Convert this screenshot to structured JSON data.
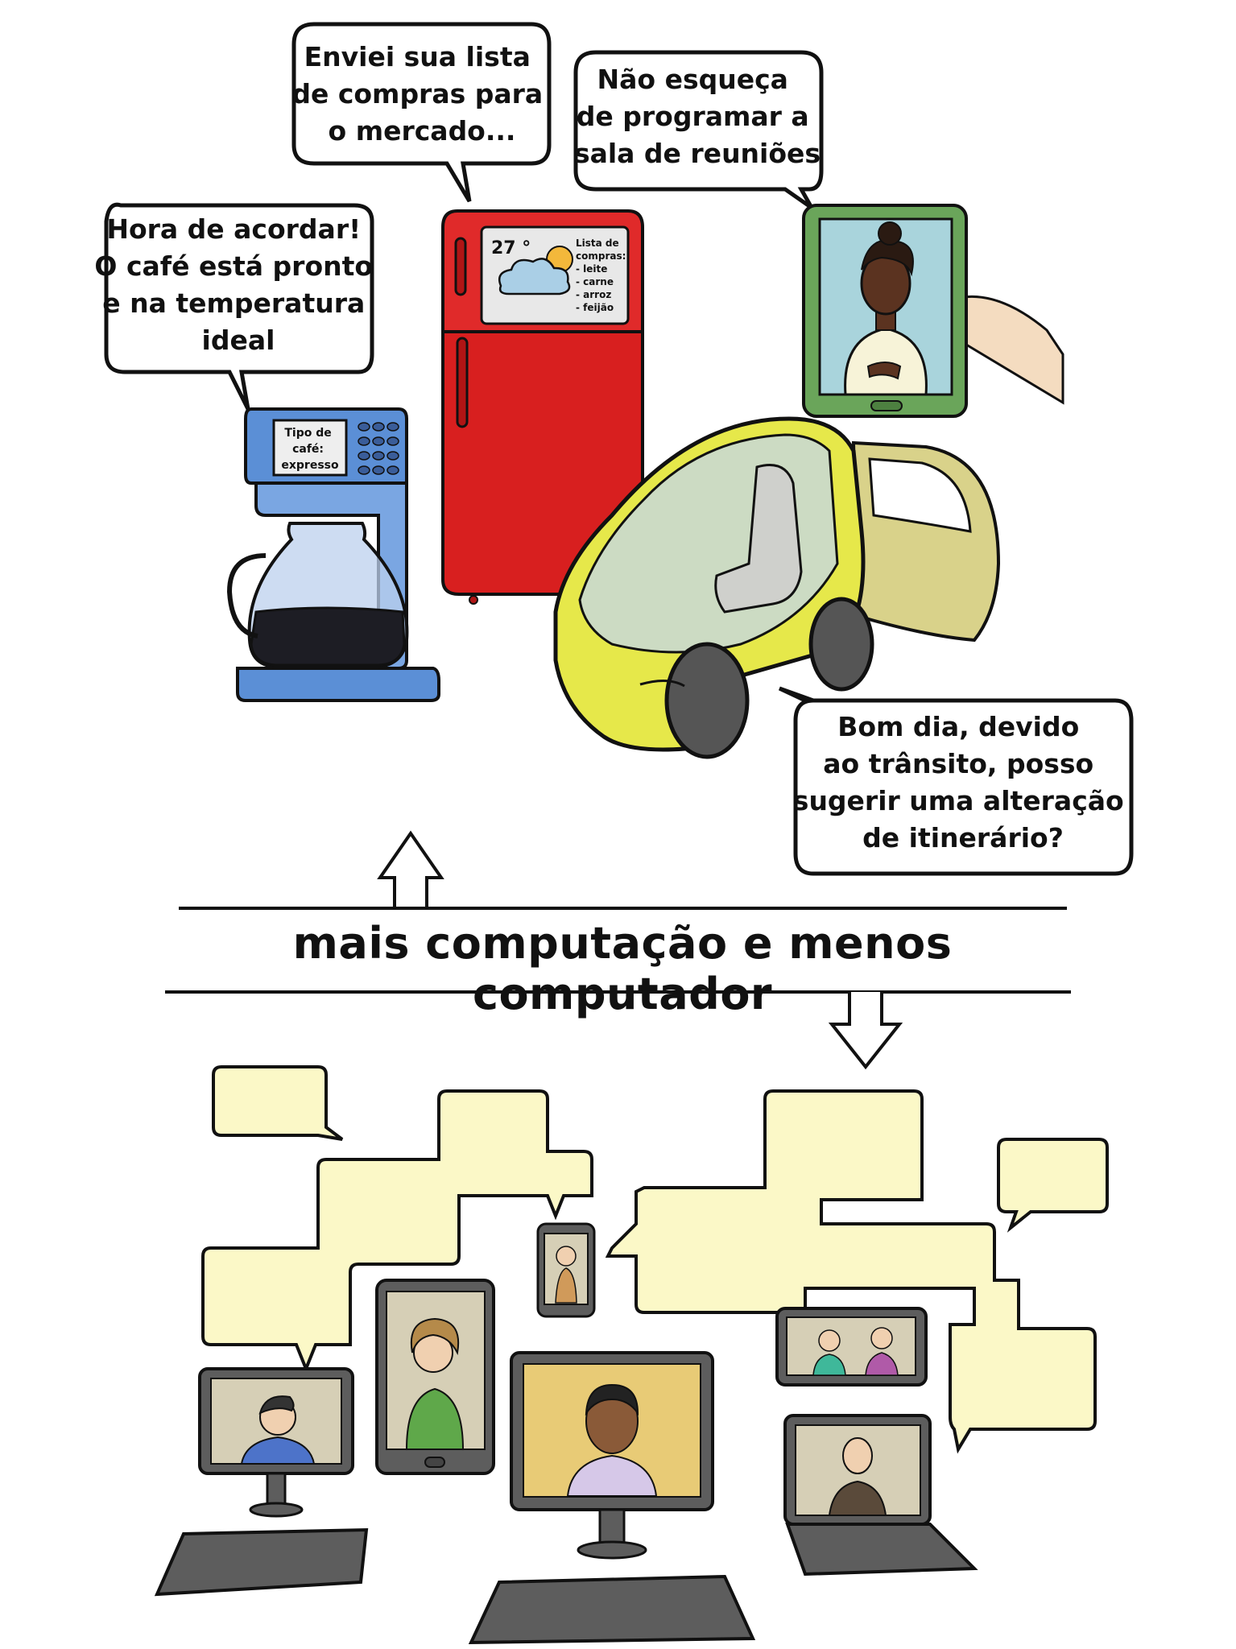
{
  "bubbles": {
    "coffee": [
      "Hora de acordar!",
      "O café está pronto",
      "e na temperatura",
      "ideal"
    ],
    "fridge": [
      "Enviei sua lista",
      "de compras para",
      "o mercado..."
    ],
    "tablet": [
      "Não esqueça",
      "de programar a",
      "sala de reuniões"
    ],
    "car": [
      "Bom dia, devido",
      "ao trânsito,  posso",
      "sugerir uma alteração",
      "de itinerário?"
    ]
  },
  "coffee_screen": [
    "Tipo de",
    "café:",
    "expresso"
  ],
  "fridge_screen": {
    "temperature": "27 °",
    "list": [
      "Lista de",
      "compras:",
      "- leite",
      "- carne",
      "- arroz",
      "- feijão"
    ]
  },
  "tagline": "mais computação e menos computador",
  "colors": {
    "coffee_maker": "#5b8fd6",
    "fridge": "#e02a2a",
    "tablet_frame": "#6aa55a",
    "car_body": "#e6e84a",
    "chat_bubble": "#fbf8c7",
    "screen_bg": "#d6cfb6",
    "device_frame": "#5d5d5d"
  }
}
